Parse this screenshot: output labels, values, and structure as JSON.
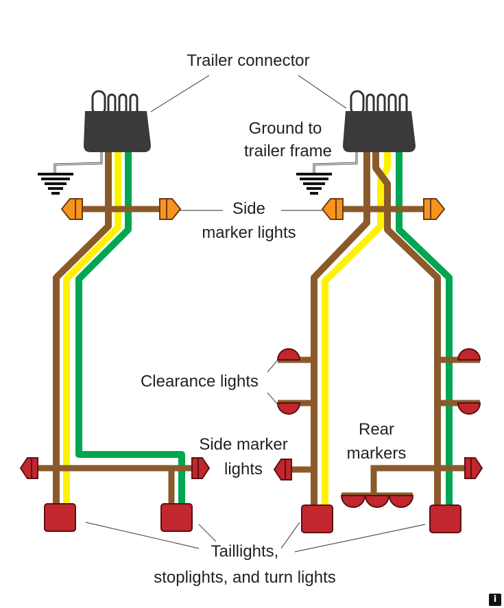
{
  "labels": {
    "trailer_connector": "Trailer connector",
    "ground_line1": "Ground to",
    "ground_line2": "trailer frame",
    "side_marker_top_line1": "Side",
    "side_marker_top_line2": "marker lights",
    "clearance": "Clearance lights",
    "side_marker_bottom_line1": "Side marker",
    "side_marker_bottom_line2": "lights",
    "rear_line1": "Rear",
    "rear_line2": "markers",
    "tail_line1": "Taillights,",
    "tail_line2": "stoplights, and turn lights"
  },
  "info_glyph": "i",
  "colors": {
    "brown": "#8b5a2b",
    "yellow": "#fff200",
    "green": "#00a651",
    "connector": "#3a3a3a",
    "red_light": "#c1272d",
    "amber_light": "#f7941d",
    "text": "#231f20"
  }
}
